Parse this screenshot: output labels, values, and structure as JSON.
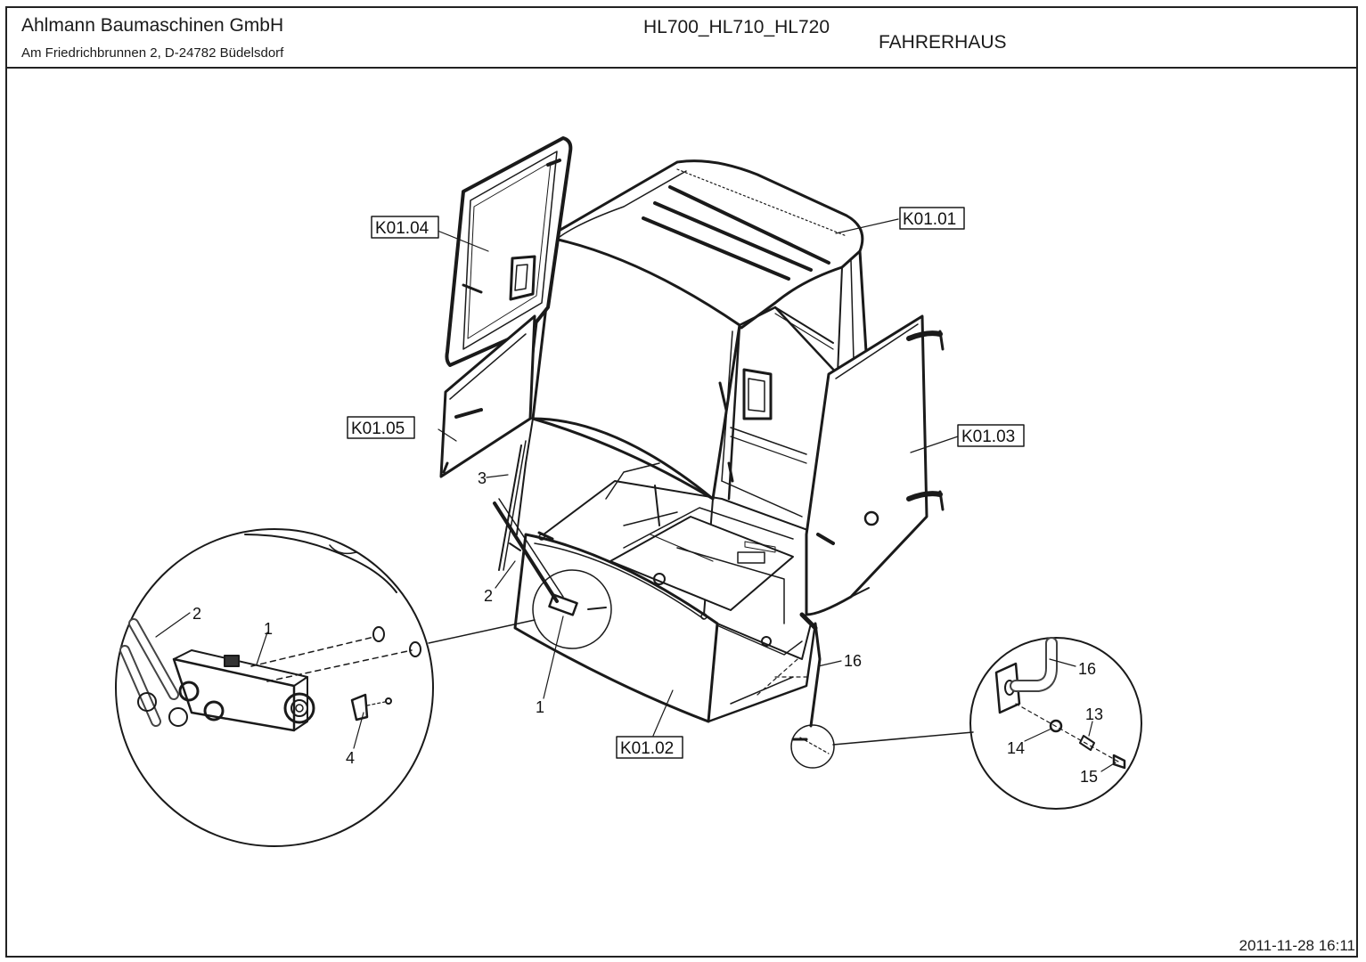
{
  "header": {
    "company": "Ahlmann Baumaschinen GmbH",
    "address": "Am Friedrichbrunnen 2,  D-24782 Büdelsdorf",
    "models": "HL700_HL710_HL720",
    "section": "FAHRERHAUS"
  },
  "footer": {
    "timestamp": "2011-11-28 16:11"
  },
  "reference_labels": {
    "roof": "K01.01",
    "front_lower_panel": "K01.02",
    "right_door": "K01.03",
    "left_door_upper": "K01.04",
    "left_door_lower": "K01.05"
  },
  "part_numbers": {
    "wiper_motor": "1",
    "wiper_motor_detail": "1",
    "wiper_arm": "2",
    "wiper_arm_detail": "2",
    "wiper_blade": "3",
    "clip_detail": "4",
    "washer": "13",
    "washer_detail": "14",
    "nut_detail": "15",
    "handle": "16",
    "handle_detail": "16"
  }
}
